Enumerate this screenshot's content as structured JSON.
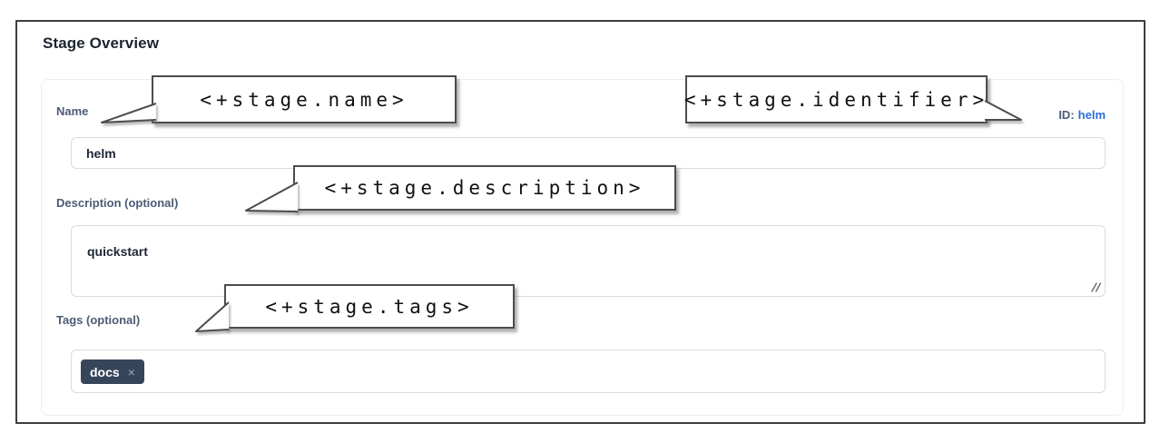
{
  "page": {
    "title": "Stage Overview"
  },
  "form": {
    "name": {
      "label": "Name",
      "value": "helm"
    },
    "identifier": {
      "prefix": "ID:",
      "value": "helm"
    },
    "description": {
      "label": "Description (optional)",
      "value": "quickstart"
    },
    "tags": {
      "label": "Tags (optional)",
      "chips": [
        {
          "label": "docs",
          "remove_icon": "×"
        }
      ]
    }
  },
  "annotations": {
    "name": "<+stage.name>",
    "identifier": "<+stage.identifier>",
    "description": "<+stage.description>",
    "tags": "<+stage.tags>"
  },
  "colors": {
    "link_blue": "#2b6fd4",
    "label_slate": "#4d5b74",
    "chip_bg": "#37455b",
    "frame_border": "#3d3d3d",
    "callout_border": "#4c4c4c"
  }
}
